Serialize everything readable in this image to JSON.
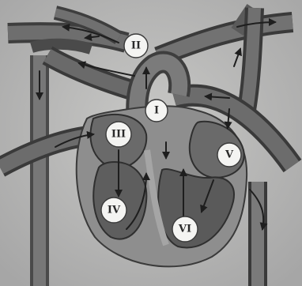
{
  "diagram": {
    "labels": [
      {
        "id": "label-i",
        "text": "I"
      },
      {
        "id": "label-ii",
        "text": "II"
      },
      {
        "id": "label-iii",
        "text": "III"
      },
      {
        "id": "label-iv",
        "text": "IV"
      },
      {
        "id": "label-v",
        "text": "V"
      },
      {
        "id": "label-vi",
        "text": "VI"
      }
    ]
  }
}
